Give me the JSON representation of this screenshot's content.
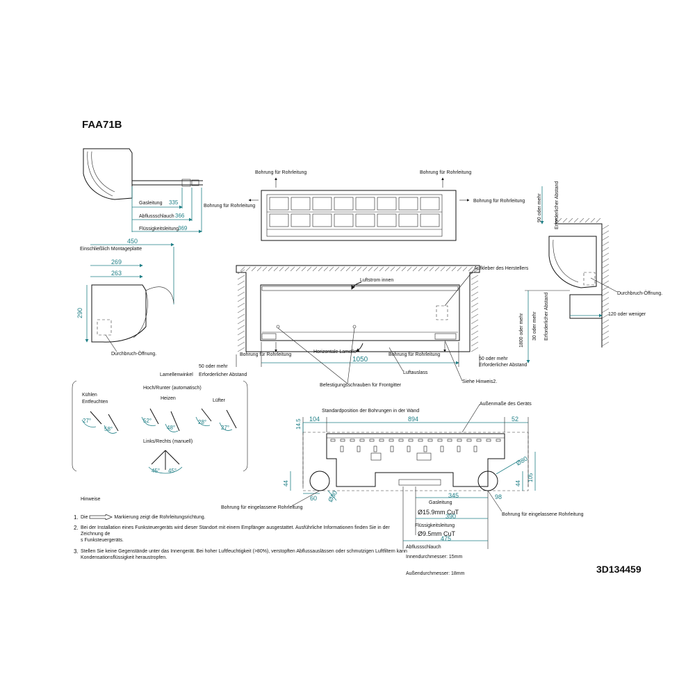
{
  "model": "FAA71B",
  "drawing_number": "3D134459",
  "side_view": {
    "hoses": [
      {
        "label": "Gasleitung",
        "value": "335"
      },
      {
        "label": "Abflussschlauch",
        "value": "366"
      },
      {
        "label": "Flüssigkeitsleitung",
        "value": "369"
      }
    ],
    "pipe_bore_right": "Bohrung für Rohrleitung",
    "plate_label": "Einschließlich Montageplatte",
    "dims": {
      "width_total": "450",
      "width_a": "269",
      "width_b": "263",
      "height": "290"
    },
    "opening_label": "Durchbruch-Öffnung."
  },
  "top_view": {
    "bore_left": "Bohrung für Rohrleitung",
    "bore_right_top": "Bohrung für Rohrleitung",
    "bore_right": "Bohrung für Rohrleitung"
  },
  "front_view": {
    "airflow_in": "Luftstrom innen",
    "sticker": "Aufkleber des Herstellers",
    "horizontal_louver": "Horizontale Lamelle",
    "width": "1050",
    "bore_left": "Bohrung für Rohrleitung",
    "bore_right": "Bohrung für Rohrleitung",
    "clearance_left": "50 oder mehr",
    "clearance_left_label": "Erforderlicher Abstand",
    "clearance_right": "50 oder mehr",
    "clearance_right_label": "Erforderlicher Abstand",
    "outlet": "Luftauslass",
    "screws": "Befestigungsschrauben für Frontgitter",
    "see_note": "Siehe Hinweis2."
  },
  "wall_view": {
    "top_clearance": "90 oder mehr",
    "top_clearance_label": "Erforderlicher Abstand",
    "opening": "Durchbruch-Öffnung.",
    "floor_label": "1800 oder mehr",
    "side_clearance": "30 oder mehr",
    "side_clearance_label": "Erforderlicher Abstand",
    "below": "120  oder weniger"
  },
  "louver": {
    "title": "Lamellenwinkel",
    "auto": "Hoch/Runter (automatisch)",
    "cooling": "Kühlen",
    "dehumidify": "Entfeuchten",
    "heating": "Heizen",
    "fan": "Lüfter",
    "manual": "Links/Rechts (manuell)",
    "angles": {
      "cool_a": "27°",
      "cool_b": "58°",
      "heat_a": "52°",
      "heat_b": "48°",
      "fan_a": "28°",
      "fan_b": "27°",
      "lr_a": "45°",
      "lr_b": "45°"
    }
  },
  "plate": {
    "std_position": "Standardposition der Bohrungen in der Wand",
    "outer_dims": "Außenmaße des Geräts",
    "dims": {
      "d104": "104",
      "d894": "894",
      "d52": "52",
      "d145": "14.5",
      "d44l": "44",
      "d60": "60",
      "d80l": "Ø80",
      "d80r": "Ø80",
      "d105": "105",
      "d44r": "44",
      "d345": "345",
      "d98": "98",
      "d390": "390",
      "d475": "475"
    },
    "bore_left": "Bohrung für eingelassene Rohrleitung",
    "bore_right": "Bohrung für eingelassene Rohrleitung",
    "gas_label": "Gasleitung",
    "gas_value": "Ø15.9mm CuT",
    "liquid_label": "Flüssigkeitsleitung",
    "liquid_value": "Ø9.5mm CuT",
    "drain_label": "Abflussschlauch",
    "drain_inner": "Innendurchmesser: 15mm",
    "drain_outer": "Außendurchmesser: 18mm"
  },
  "notes": {
    "title": "Hinweise",
    "n1_num": "1.",
    "n1_a": "Die",
    "n1_b": "Markierung zeigt die Rohrleitungsrichtung.",
    "n2_num": "2.",
    "n2_a": "Bei der Installation eines Funksteuergeräts wird dieser Standort mit einem Empfänger ausgestattet. Ausführliche Informationen finden Sie in der Zeichnung de",
    "n2_b": "s Funksteuergeräts.",
    "n3_num": "3.",
    "n3_a": "Stellen Sie keine Gegenstände unter das Innengerät. Bei hoher Luftfeuchtigkeit (>80%), verstopften Abflussauslässen oder schmutzigen Luftfiltern kann",
    "n3_b": "Kondensationsflüssigkeit heraustropfen."
  }
}
